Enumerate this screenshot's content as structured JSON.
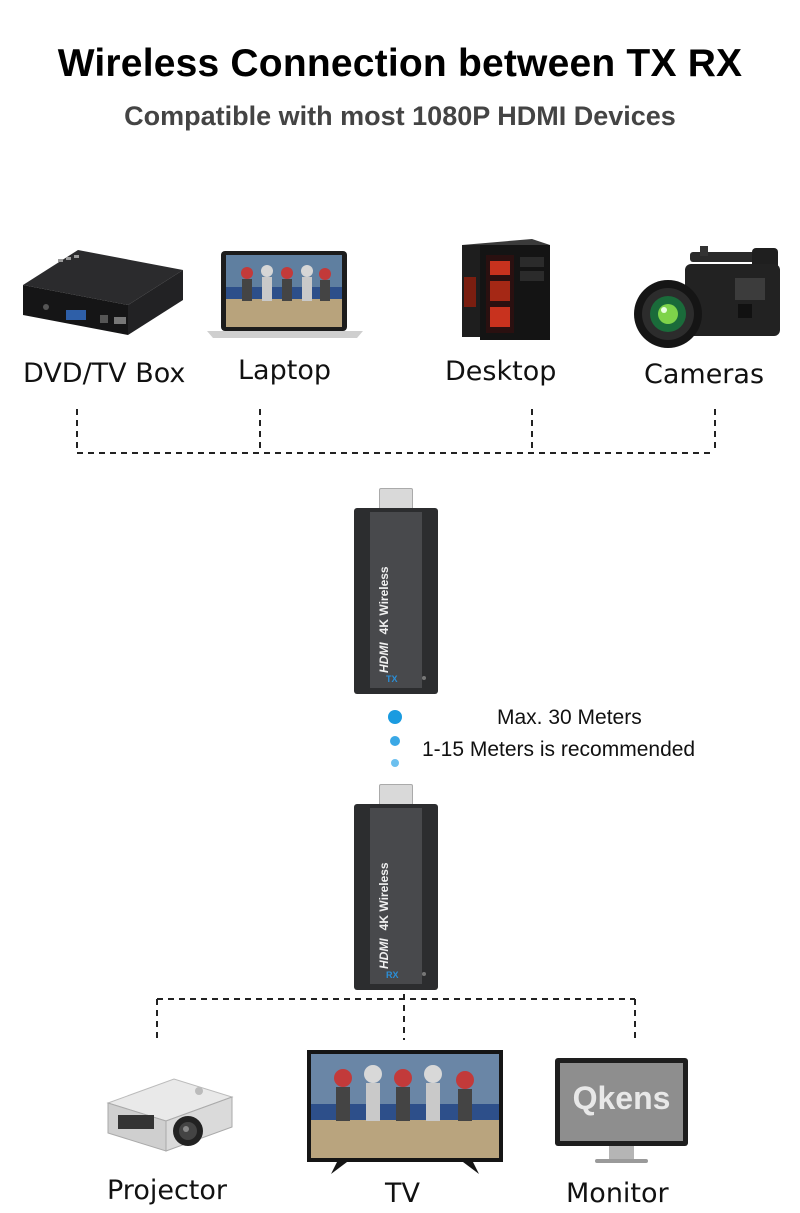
{
  "header": {
    "title": "Wireless Connection between TX RX",
    "subtitle": "Compatible with most 1080P HDMI Devices"
  },
  "sources": [
    {
      "label": "DVD/TV Box",
      "icon": "tv-box-icon"
    },
    {
      "label": "Laptop",
      "icon": "laptop-icon"
    },
    {
      "label": "Desktop",
      "icon": "desktop-tower-icon"
    },
    {
      "label": "Cameras",
      "icon": "camera-icon"
    }
  ],
  "transmitter": {
    "brand": "HDMI",
    "model": "4K Wireless",
    "tag": "TX"
  },
  "distance": {
    "max": "Max. 30 Meters",
    "recommended": "1-15 Meters is recommended"
  },
  "receiver": {
    "brand": "HDMI",
    "model": "4K Wireless",
    "tag": "RX"
  },
  "displays": [
    {
      "label": "Projector",
      "icon": "projector-icon"
    },
    {
      "label": "TV",
      "icon": "tv-icon"
    },
    {
      "label": "Monitor",
      "icon": "monitor-icon",
      "screen_text": "Qkens"
    }
  ],
  "colors": {
    "signal_dot": "#1a9be0",
    "dongle_body": "#3a3b3d",
    "tag_blue": "#2a8fd8"
  }
}
